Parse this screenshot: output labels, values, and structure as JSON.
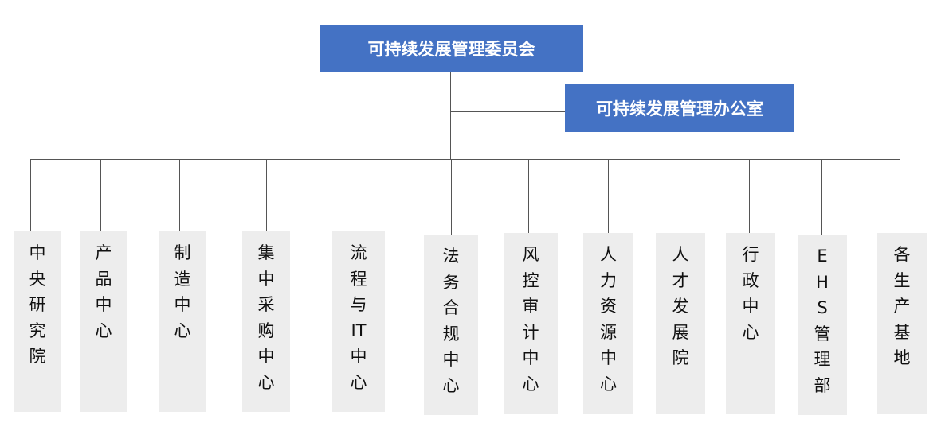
{
  "committee": {
    "title": "可持续发展管理委员会",
    "office": "可持续发展管理办公室"
  },
  "departments": [
    {
      "label": "中央研究院"
    },
    {
      "label": "产品中心"
    },
    {
      "label": "制造中心"
    },
    {
      "label": "集中采购中心"
    },
    {
      "label": "流程与IT中心"
    },
    {
      "label": "法务合规中心"
    },
    {
      "label": "风控审计中心"
    },
    {
      "label": "人力资源中心"
    },
    {
      "label": "人才发展院"
    },
    {
      "label": "行政中心"
    },
    {
      "label": "EHS管理部"
    },
    {
      "label": "各生产基地"
    }
  ],
  "colors": {
    "box_fill": "#4472c4",
    "box_text": "#ffffff",
    "dept_fill": "#ededed",
    "connector": "#555555"
  }
}
